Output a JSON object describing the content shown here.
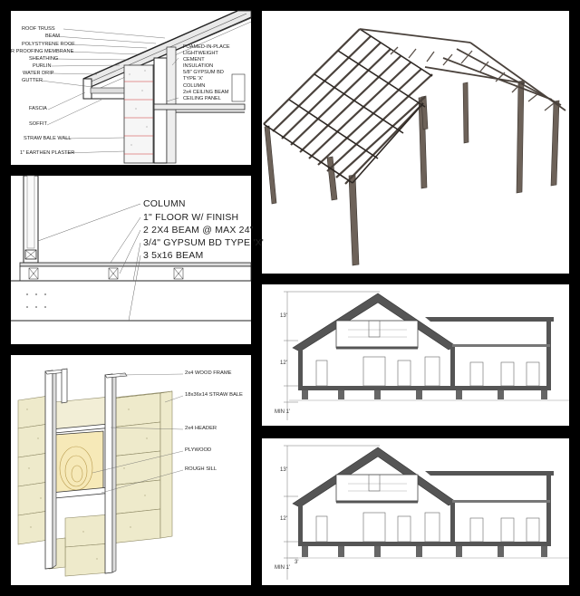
{
  "eave_detail": {
    "labels": [
      "ROOF TRUSS",
      "BEAM",
      "POLYSTYRENE ROOF",
      "R PROOFING MEMBRANE",
      "SHEATHING",
      "PURLIN",
      "WATER DRIP",
      "GUTTER",
      "FASCIA",
      "SOFFIT",
      "STRAW BALE WALL",
      "1\" EARTHEN PLASTER"
    ],
    "right_labels": [
      "FOAMED-IN-PLACE",
      "LIGHTWEIGHT",
      "CEMENT",
      "INSULATION",
      "5/8\" GYPSUM BD",
      "TYPE 'X'",
      "COLUMN",
      "2x4 CEILING BEAM",
      "CEILING PANEL"
    ]
  },
  "floor_detail": {
    "labels": [
      "COLUMN",
      "1\" FLOOR W/ FINISH",
      "2 2X4 BEAM @ MAX 24\"",
      "3/4\" GYPSUM BD TYPE 'X'",
      "3 5x16 BEAM"
    ]
  },
  "window_detail": {
    "labels": [
      "2x4 WOOD FRAME",
      "18x36x14 STRAW BALE",
      "2x4 HEADER",
      "PLYWOOD",
      "ROUGH SILL"
    ]
  },
  "section_top": {
    "dims": [
      "13'",
      "12'",
      "MIN 1'"
    ]
  },
  "section_bottom": {
    "dims": [
      "13'",
      "12'",
      "MIN 1'",
      "3'"
    ]
  }
}
